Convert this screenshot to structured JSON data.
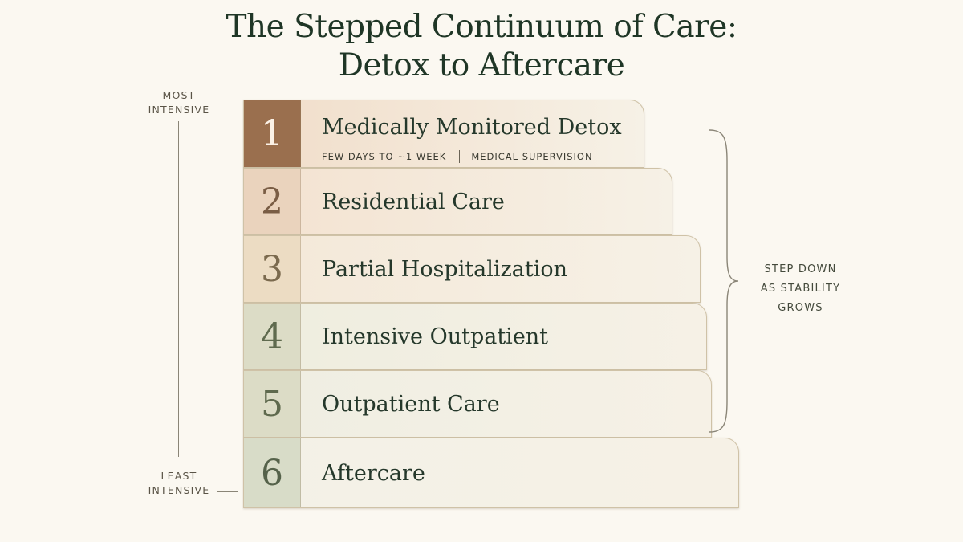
{
  "title": {
    "line1": "The Stepped Continuum of Care:",
    "line2": "Detox to Aftercare"
  },
  "intensity_axis": {
    "top_label_line1": "MOST",
    "top_label_line2": "INTENSIVE",
    "bottom_label_line1": "LEAST",
    "bottom_label_line2": "INTENSIVE"
  },
  "steps": [
    {
      "number": "1",
      "label": "Medically Monitored Detox",
      "meta": [
        "FEW DAYS TO ~1 WEEK",
        "MEDICAL SUPERVISION"
      ],
      "num_bg": "#9a6f4e",
      "num_color": "#fbf1e6",
      "card_bg": "#f1ddc9"
    },
    {
      "number": "2",
      "label": "Residential Care",
      "num_bg": "#ead3bd",
      "num_color": "#7a5d45",
      "card_bg": "#f3e2d0"
    },
    {
      "number": "3",
      "label": "Partial Hospitalization",
      "num_bg": "#ecdcc3",
      "num_color": "#7b6a4e",
      "card_bg": "#f4e8d8"
    },
    {
      "number": "4",
      "label": "Intensive Outpatient",
      "num_bg": "#dcdcc6",
      "num_color": "#5f6a4e",
      "card_bg": "#eeeddf"
    },
    {
      "number": "5",
      "label": "Outpatient Care",
      "num_bg": "#dcdcc6",
      "num_color": "#5f6a4e",
      "card_bg": "#efeee2"
    },
    {
      "number": "6",
      "label": "Aftercare",
      "num_bg": "#d8dcc8",
      "num_color": "#55624a",
      "card_bg": "#f3f1e7"
    }
  ],
  "brace_note": {
    "line1": "STEP DOWN",
    "line2": "AS STABILITY",
    "line3": "GROWS"
  }
}
